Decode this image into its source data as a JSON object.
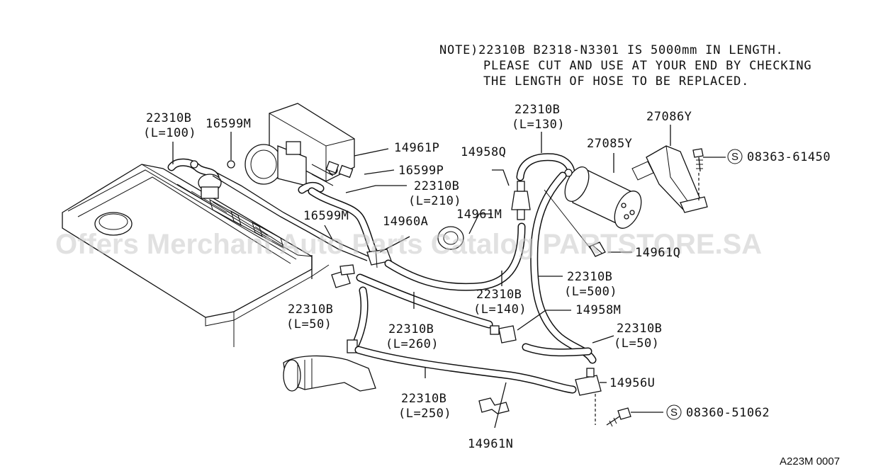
{
  "note": {
    "line1": "NOTE)22310B B2318-N3301 IS 5000mm IN LENGTH.",
    "line2": "PLEASE CUT AND USE AT YOUR END BY CHECKING",
    "line3": "THE LENGTH OF HOSE TO BE REPLACED."
  },
  "watermark": "Offers Merchant Auto Parts Catalog PARTSTORE.SA",
  "drawing_code": "A223M 0007",
  "labels": {
    "p22310b_l100": "22310B",
    "p22310b_l100_len": "(L=100)",
    "p16599m_top": "16599M",
    "p14961p": "14961P",
    "p16599p": "16599P",
    "p22310b_l210": "22310B",
    "p22310b_l210_len": "(L=210)",
    "p16599m_mid": "16599M",
    "p14960a": "14960A",
    "p14961m": "14961M",
    "p14958q": "14958Q",
    "p22310b_l130": "22310B",
    "p22310b_l130_len": "(L=130)",
    "p27085y": "27085Y",
    "p27086y": "27086Y",
    "p08363": "08363-61450",
    "p14961q": "14961Q",
    "p22310b_l500": "22310B",
    "p22310b_l500_len": "(L=500)",
    "p22310b_l140": "22310B",
    "p22310b_l140_len": "(L=140)",
    "p14958m": "14958M",
    "p22310b_l50r": "22310B",
    "p22310b_l50r_len": "(L=50)",
    "p22310b_l50l": "22310B",
    "p22310b_l50l_len": "(L=50)",
    "p22310b_l260": "22310B",
    "p22310b_l260_len": "(L=260)",
    "p14956u": "14956U",
    "p22310b_l250": "22310B",
    "p22310b_l250_len": "(L=250)",
    "p08360": "08360-51062",
    "p14961n": "14961N"
  },
  "symbols": {
    "screw_symbol_1": "S",
    "screw_symbol_2": "S"
  }
}
